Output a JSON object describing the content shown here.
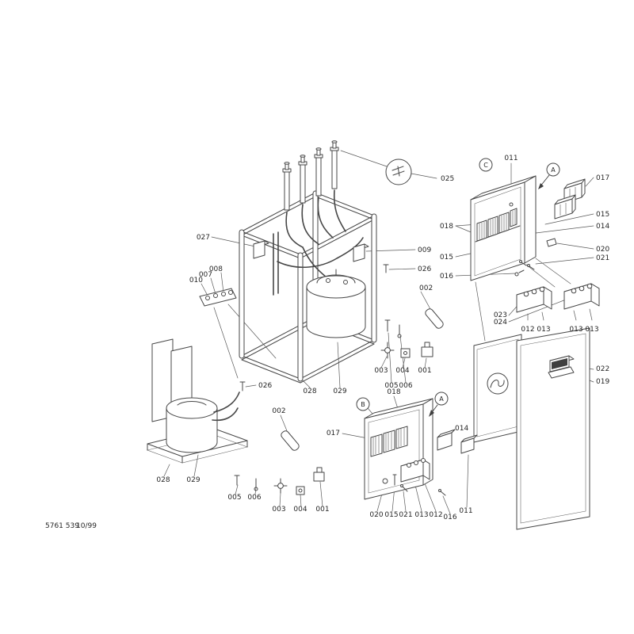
{
  "page": {
    "background": "#ffffff",
    "line_color": "#474747",
    "label_color": "#262626"
  },
  "footer": {
    "doc_number": "5761 539",
    "date_code": "10/99"
  },
  "labels": [
    {
      "t": "025"
    },
    {
      "t": "011"
    },
    {
      "t": "C"
    },
    {
      "t": "A"
    },
    {
      "t": "017"
    },
    {
      "t": "015"
    },
    {
      "t": "014"
    },
    {
      "t": "018"
    },
    {
      "t": "020"
    },
    {
      "t": "021"
    },
    {
      "t": "015"
    },
    {
      "t": "016"
    },
    {
      "t": "023"
    },
    {
      "t": "024"
    },
    {
      "t": "012"
    },
    {
      "t": "013"
    },
    {
      "t": "013"
    },
    {
      "t": "013"
    },
    {
      "t": "027"
    },
    {
      "t": "009"
    },
    {
      "t": "026"
    },
    {
      "t": "002"
    },
    {
      "t": "010"
    },
    {
      "t": "007"
    },
    {
      "t": "008"
    },
    {
      "t": "026"
    },
    {
      "t": "028"
    },
    {
      "t": "029"
    },
    {
      "t": "003"
    },
    {
      "t": "004"
    },
    {
      "t": "001"
    },
    {
      "t": "005"
    },
    {
      "t": "006"
    },
    {
      "t": "028"
    },
    {
      "t": "029"
    },
    {
      "t": "005"
    },
    {
      "t": "006"
    },
    {
      "t": "003"
    },
    {
      "t": "004"
    },
    {
      "t": "001"
    },
    {
      "t": "002"
    },
    {
      "t": "B"
    },
    {
      "t": "A"
    },
    {
      "t": "018"
    },
    {
      "t": "017"
    },
    {
      "t": "014"
    },
    {
      "t": "020"
    },
    {
      "t": "015"
    },
    {
      "t": "021"
    },
    {
      "t": "013"
    },
    {
      "t": "012"
    },
    {
      "t": "016"
    },
    {
      "t": "011"
    },
    {
      "t": "022"
    },
    {
      "t": "019"
    }
  ]
}
